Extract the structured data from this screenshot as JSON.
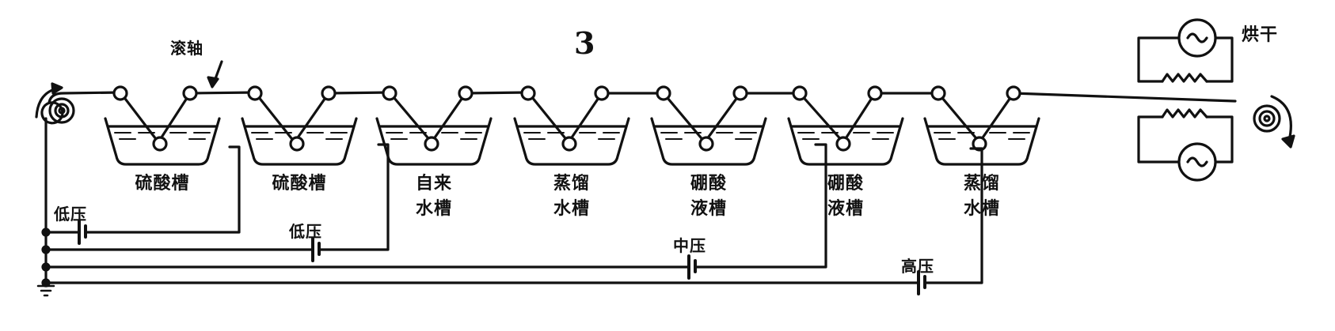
{
  "figure": {
    "number": "3",
    "roller_label": "滚轴",
    "drying_label": "烘干",
    "colors": {
      "ink": "#111111",
      "paper": "#ffffff"
    }
  },
  "tanks": [
    {
      "line1": "硫酸槽",
      "line2": ""
    },
    {
      "line1": "硫酸槽",
      "line2": ""
    },
    {
      "line1": "自来",
      "line2": "水槽"
    },
    {
      "line1": "蒸馏",
      "line2": "水槽"
    },
    {
      "line1": "硼酸",
      "line2": "液槽"
    },
    {
      "line1": "硼酸",
      "line2": "液槽"
    },
    {
      "line1": "蒸馏",
      "line2": "水槽"
    }
  ],
  "power_sources": [
    {
      "label": "低压",
      "tank": 1
    },
    {
      "label": "低压",
      "tank": 2
    },
    {
      "label": "中压",
      "tank": 5
    },
    {
      "label": "高压",
      "tank": 6
    }
  ],
  "icons": {
    "supply_reel": "spiral-reel-icon",
    "takeup_reel": "spiral-reel-icon",
    "ac_source": "ac-source-icon",
    "heater": "resistor-heater-icon",
    "ground": "ground-icon",
    "battery": "battery-icon"
  }
}
